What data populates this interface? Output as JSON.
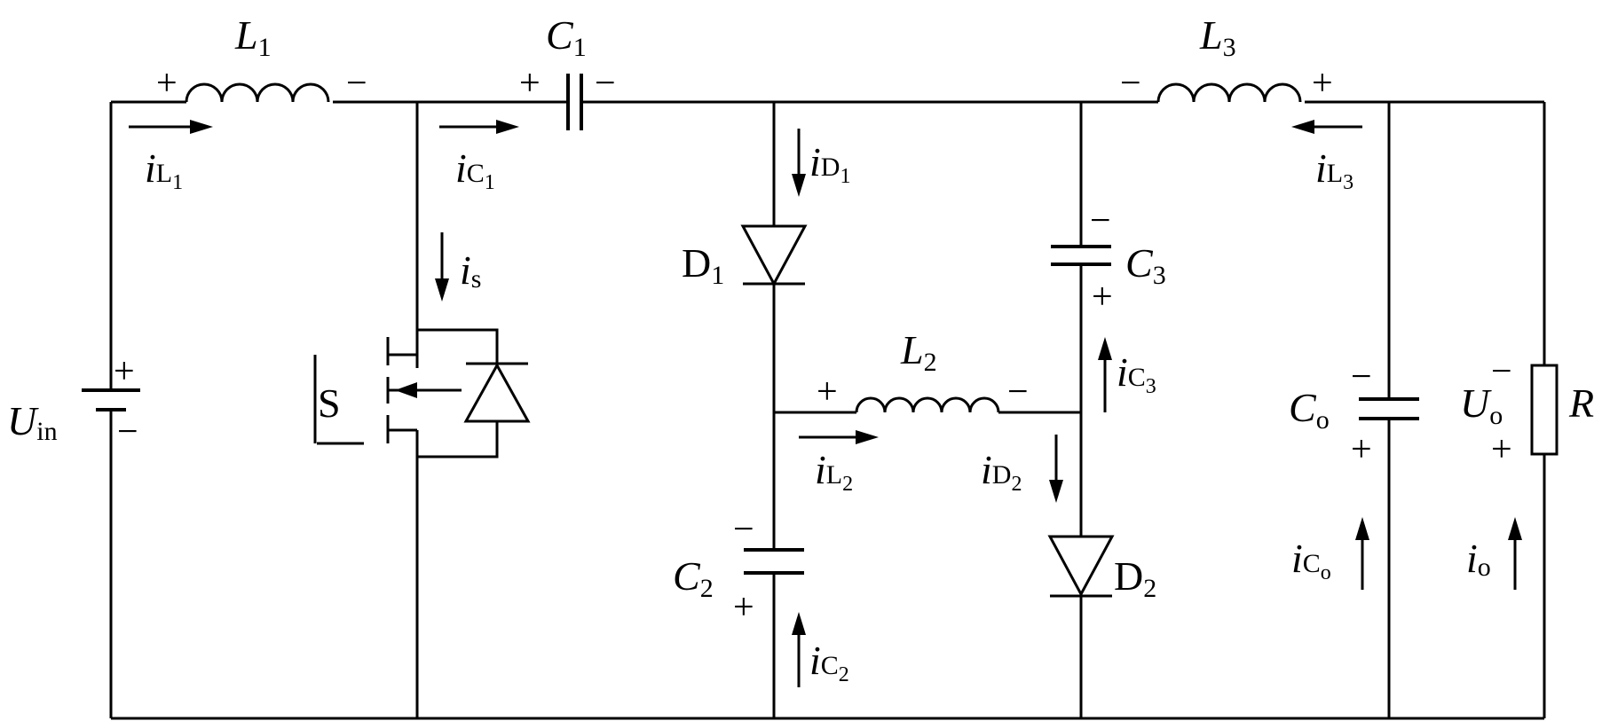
{
  "labels": {
    "L1": "L",
    "L1_sub": "1",
    "C1": "C",
    "C1_sub": "1",
    "L3": "L",
    "L3_sub": "3",
    "L2": "L",
    "L2_sub": "2",
    "C2": "C",
    "C2_sub": "2",
    "C3": "C",
    "C3_sub": "3",
    "Co": "C",
    "Co_sub": "o",
    "Uin": "U",
    "Uin_sub": "in",
    "Uo": "U",
    "Uo_sub": "o",
    "R": "R",
    "S": "S",
    "D1": "D",
    "D1_sub": "1",
    "D2": "D",
    "D2_sub": "2"
  },
  "currents": {
    "iL1": "i",
    "iL1_sub": "L",
    "iL1_subsub": "1",
    "iC1": "i",
    "iC1_sub": "C",
    "iC1_subsub": "1",
    "iL3": "i",
    "iL3_sub": "L",
    "iL3_subsub": "3",
    "iD1": "i",
    "iD1_sub": "D",
    "iD1_subsub": "1",
    "is": "i",
    "is_sub": "s",
    "iL2": "i",
    "iL2_sub": "L",
    "iL2_subsub": "2",
    "iC3": "i",
    "iC3_sub": "C",
    "iC3_subsub": "3",
    "iD2": "i",
    "iD2_sub": "D",
    "iD2_subsub": "2",
    "iC2": "i",
    "iC2_sub": "C",
    "iC2_subsub": "2",
    "iCo": "i",
    "iCo_sub": "C",
    "iCo_subsub": "o",
    "io": "i",
    "io_sub": "o"
  },
  "polarity": {
    "plus": "+",
    "minus": "−"
  }
}
